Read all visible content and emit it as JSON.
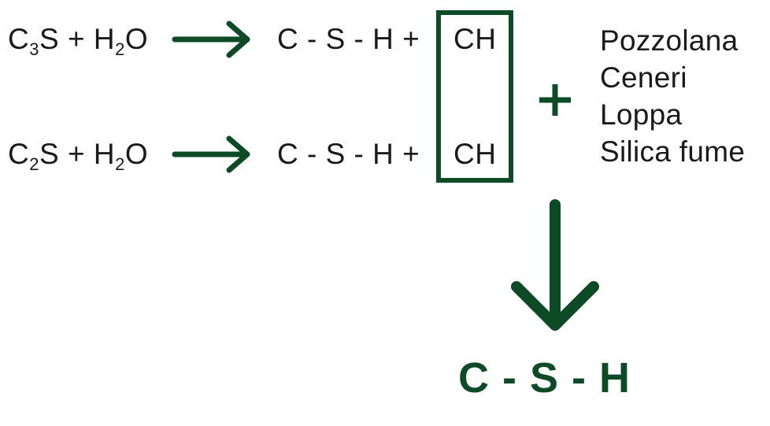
{
  "reactions": [
    {
      "reactant_base": "C",
      "reactant_sub": "3",
      "reactant_rest": "S + H",
      "water_sub": "2",
      "water_rest": "O",
      "product": "C - S - H +",
      "byproduct": "CH"
    },
    {
      "reactant_base": "C",
      "reactant_sub": "2",
      "reactant_rest": "S + H",
      "water_sub": "2",
      "water_rest": "O",
      "product": "C - S - H +",
      "byproduct": "CH"
    }
  ],
  "plus_sign": "+",
  "additions": [
    "Pozzolana",
    "Ceneri",
    "Loppa",
    "Silica fume"
  ],
  "result": "C - S - H",
  "colors": {
    "accent": "#0d4a26",
    "text": "#1a1a1a",
    "background": "#ffffff"
  },
  "icons": {
    "reaction_arrow": "arrow-right-icon",
    "result_arrow": "arrow-down-icon",
    "plus": "plus-icon"
  }
}
